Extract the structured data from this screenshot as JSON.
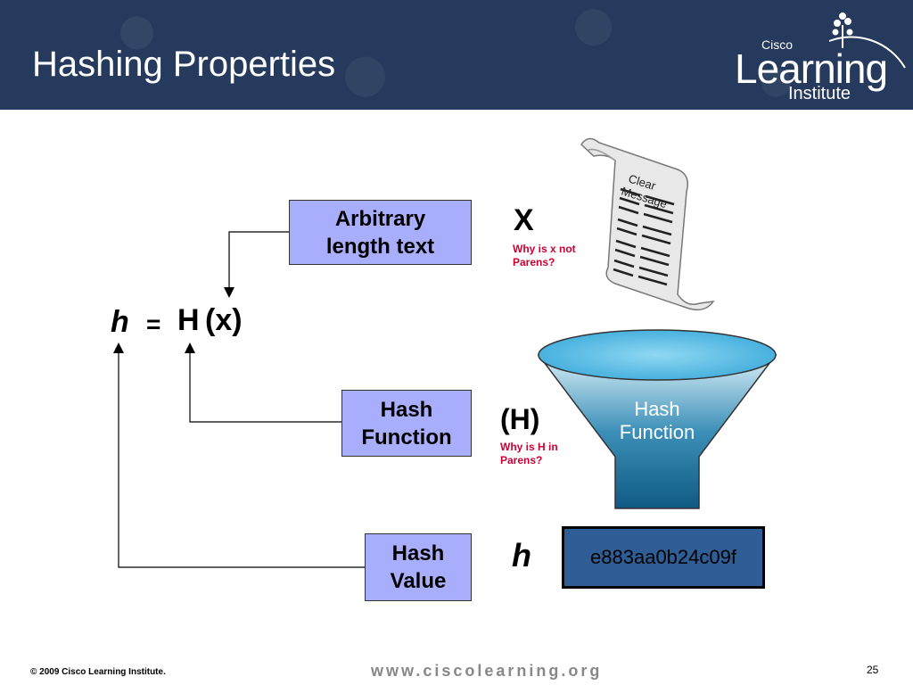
{
  "header": {
    "title": "Hashing Properties"
  },
  "logo": {
    "cisco": "Cisco",
    "learning": "Learning",
    "institute": "Institute"
  },
  "formula": {
    "h": "h",
    "equals": "=",
    "H": "H",
    "x": "(x)"
  },
  "boxes": {
    "arbitrary_line1": "Arbitrary",
    "arbitrary_line2": "length text",
    "hash_function_line1": "Hash",
    "hash_function_line2": "Function",
    "hash_value_line1": "Hash",
    "hash_value_line2": "Value"
  },
  "right_panel": {
    "x_label": "X",
    "x_note_line1": "Why is x not",
    "x_note_line2": "Parens?",
    "h_paren_label": "(H)",
    "h_note_line1": "Why is H in",
    "h_note_line2": "Parens?",
    "h_label": "h",
    "scroll_line1": "Clear",
    "scroll_line2": "Message",
    "funnel_line1": "Hash",
    "funnel_line2": "Function",
    "hash_output": "e883aa0b24c09f"
  },
  "footer": {
    "copyright": "© 2009 Cisco Learning Institute.",
    "url": "www.ciscolearning.org",
    "page_number": "25"
  },
  "colors": {
    "header_bg": "#253a5c",
    "box_fill": "#a9aefc",
    "note_red": "#cc0033",
    "hash_box": "#2f5e96",
    "funnel_top": "#5cc4ea",
    "funnel_body": "#1d6b94"
  }
}
